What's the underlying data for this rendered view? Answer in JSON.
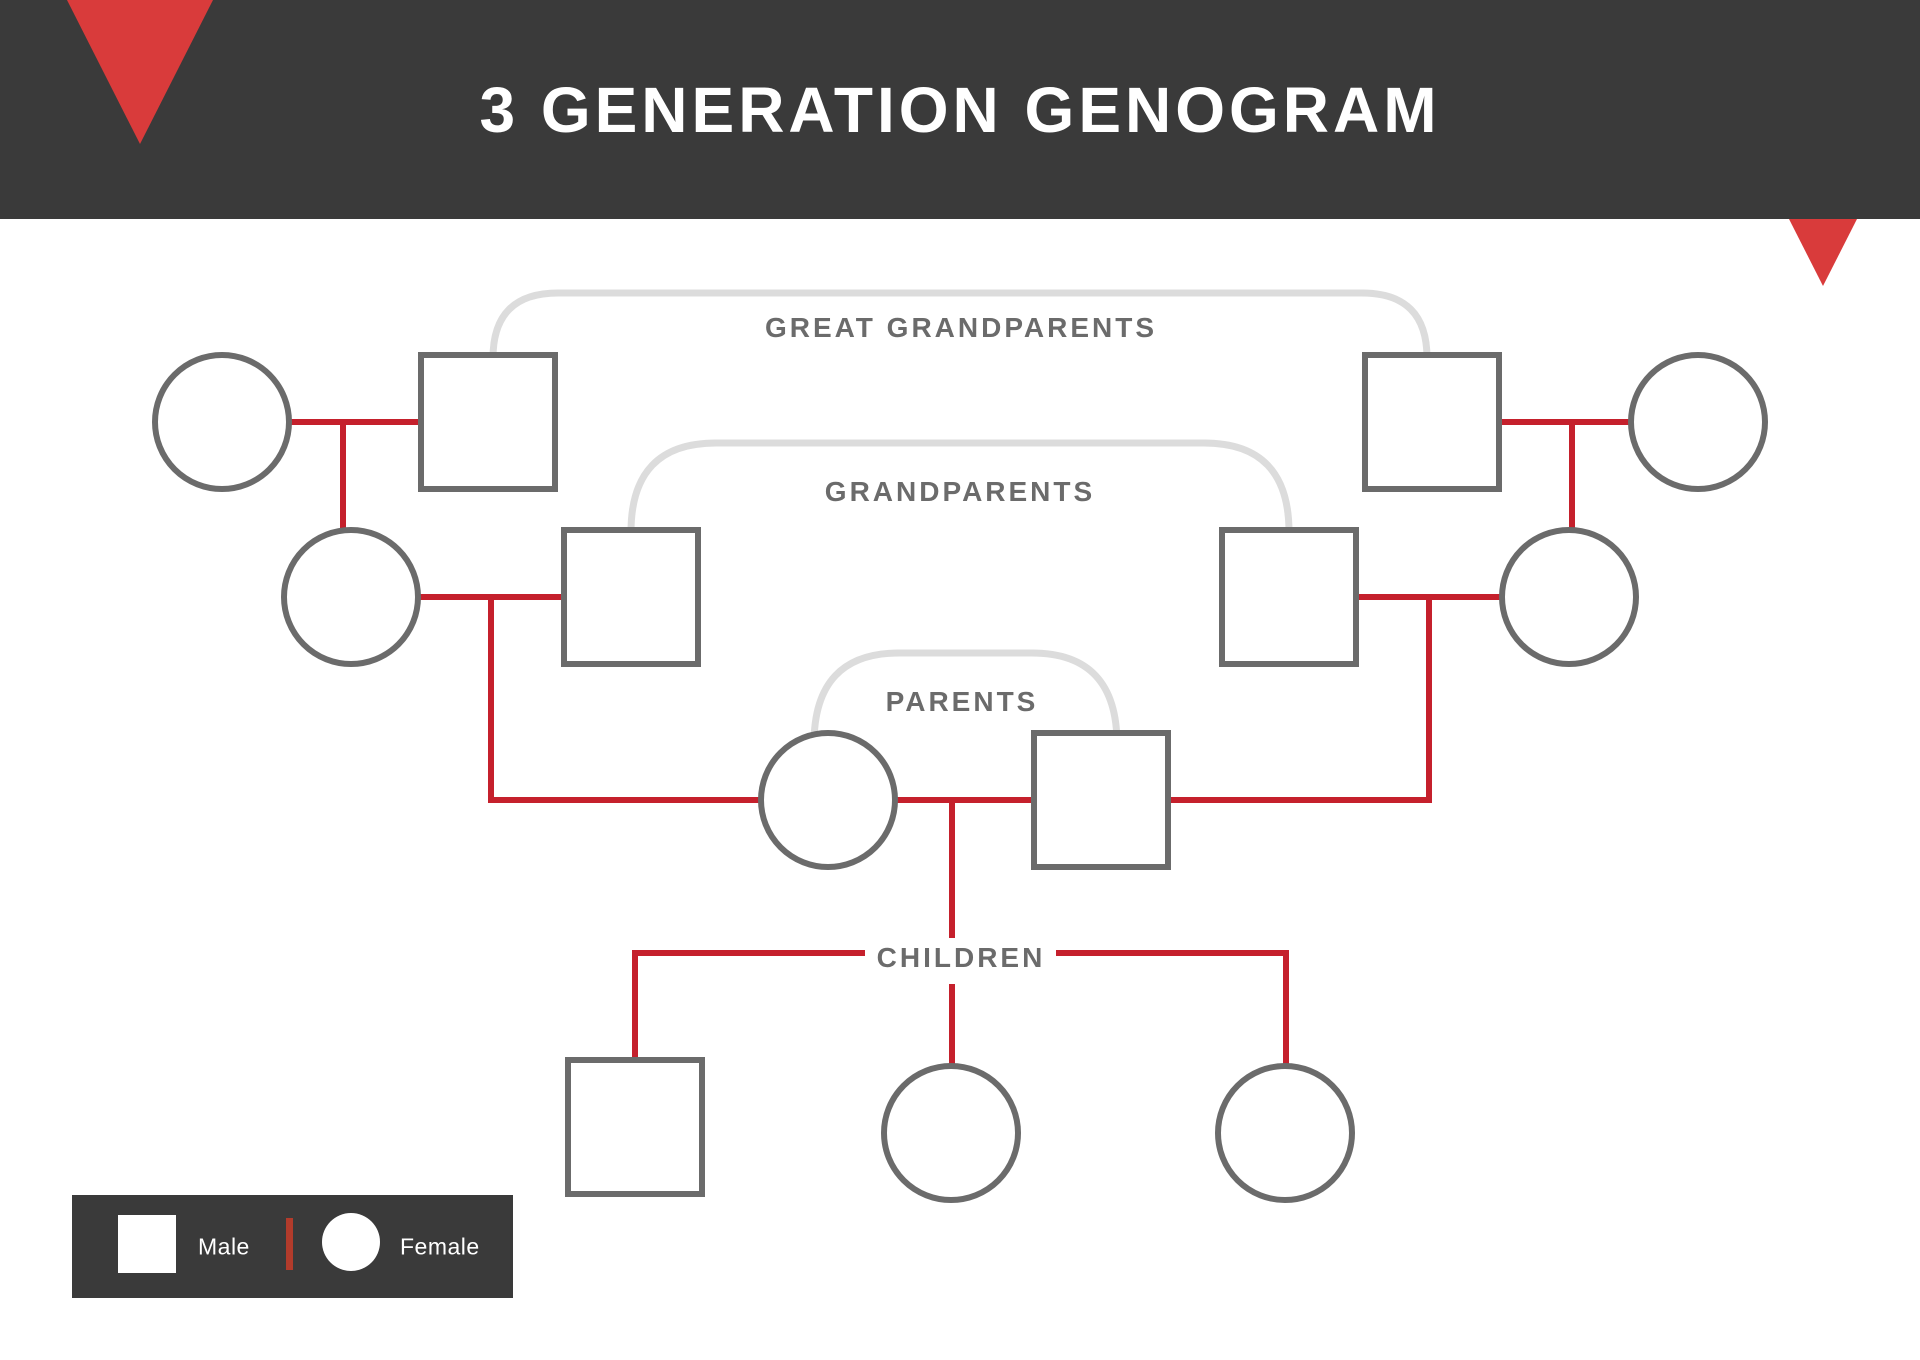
{
  "header": {
    "title": "3 GENERATION GENOGRAM"
  },
  "sections": {
    "great_grandparents": "GREAT GRANDPARENTS",
    "grandparents": "GRANDPARENTS",
    "parents": "PARENTS",
    "children": "CHILDREN"
  },
  "legend": {
    "male_label": "Male",
    "female_label": "Female",
    "male_shape": "square",
    "female_shape": "circle"
  },
  "diagram": {
    "generations": [
      {
        "label": "GREAT GRANDPARENTS",
        "members": [
          "female",
          "male",
          "male",
          "female"
        ]
      },
      {
        "label": "GRANDPARENTS",
        "members": [
          "female",
          "male",
          "male",
          "female"
        ]
      },
      {
        "label": "PARENTS",
        "members": [
          "female",
          "male"
        ]
      },
      {
        "label": "CHILDREN",
        "members": [
          "male",
          "female",
          "female"
        ]
      }
    ]
  },
  "decorations": {
    "left_triangle": "red-down-triangle",
    "right_triangle": "red-down-triangle"
  },
  "colors": {
    "header_bg": "#3a3a3a",
    "triangle_red": "#d93b3b",
    "connector_red": "#c5202c",
    "shape_stroke_gray": "#6b6b6b",
    "label_gray": "#6b6b6b",
    "bracket_gray": "#dcdcdc",
    "legend_bg": "#3a3a3a",
    "legend_divider_red": "#b23b2b",
    "title_color": "#ffffff"
  }
}
